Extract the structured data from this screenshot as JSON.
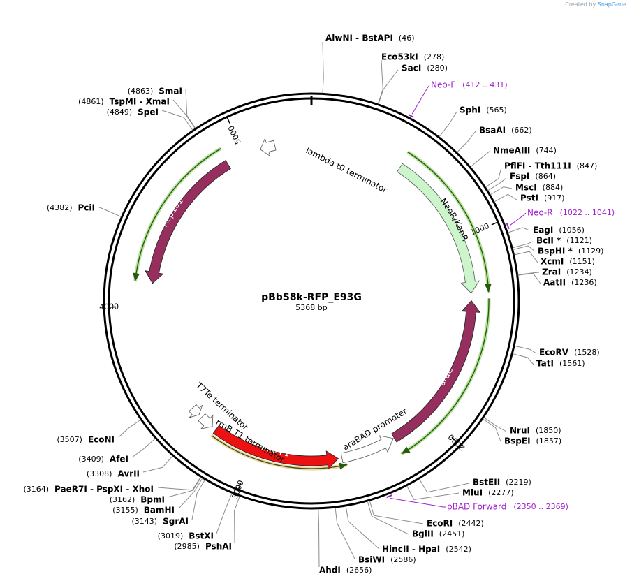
{
  "brand": {
    "created_by": "Created by",
    "app": "SnapGene"
  },
  "plasmid": {
    "name": "pBbS8k-RFP_E93G",
    "size_label": "5368 bp",
    "length": 5368
  },
  "ticks": [
    {
      "pos": 1000,
      "label": "1000"
    },
    {
      "pos": 2000,
      "label": "2000"
    },
    {
      "pos": 3000,
      "label": "3000"
    },
    {
      "pos": 4000,
      "label": "4000"
    },
    {
      "pos": 5000,
      "label": "5000"
    }
  ],
  "features": [
    {
      "name": "NeoR/KanR",
      "start": 500,
      "end": 1300,
      "dir": "cw",
      "fill": "#ccf5cc",
      "label_inside": true
    },
    {
      "name": "araC",
      "start": 1340,
      "end": 2220,
      "dir": "ccw",
      "fill": "#962e5e",
      "label_inside": true
    },
    {
      "name": "araBAD promoter",
      "start": 2225,
      "end": 2520,
      "dir": "ccw",
      "fill": "#ffffff",
      "label_inside": false
    },
    {
      "name": "mRFP1",
      "start": 2540,
      "end": 3230,
      "dir": "ccw",
      "fill": "#ee1111",
      "label_inside": true
    },
    {
      "name": "rrnB T1 terminator",
      "start": 3255,
      "end": 3330,
      "dir": "ccw",
      "fill": "#ffffff",
      "label_inside": false
    },
    {
      "name": "T7Te terminator",
      "start": 3350,
      "end": 3400,
      "dir": "ccw",
      "fill": "#ffffff",
      "label_inside": false
    },
    {
      "name": "Rep101",
      "start": 4120,
      "end": 4900,
      "dir": "ccw",
      "fill": "#962e5e",
      "label_inside": true
    },
    {
      "name": "lambda t0 terminator",
      "start": 5090,
      "end": 5170,
      "dir": "ccw",
      "fill": "#ffffff",
      "label_inside": false
    }
  ],
  "orfs": [
    {
      "start": 490,
      "end": 1300,
      "dir": "cw",
      "color": "#6fc93f"
    },
    {
      "start": 1330,
      "end": 2230,
      "dir": "cw",
      "color": "#6fc93f"
    },
    {
      "start": 4120,
      "end": 4910,
      "dir": "ccw",
      "color": "#6fc93f"
    },
    {
      "start": 2500,
      "end": 3230,
      "dir": "ccw",
      "color": "#f0b060"
    }
  ],
  "primers": [
    {
      "name": "Neo-F",
      "range": "(412 .. 431)",
      "pos": 422
    },
    {
      "name": "Neo-R",
      "range": "(1022 .. 1041)",
      "pos": 1031
    },
    {
      "name": "pBAD Forward",
      "range": "(2350 .. 2369)",
      "pos": 2360
    }
  ],
  "enzymes": [
    {
      "text": "AlwNI  -  BstAPI",
      "num": "(46)",
      "pos": 46
    },
    {
      "text": "Eco53kI",
      "num": "(278)",
      "pos": 278
    },
    {
      "text": "SacI",
      "num": "(280)",
      "pos": 280
    },
    {
      "text": "SphI",
      "num": "(565)",
      "pos": 565
    },
    {
      "text": "BsaAI",
      "num": "(662)",
      "pos": 662
    },
    {
      "text": "NmeAIII",
      "num": "(744)",
      "pos": 744
    },
    {
      "text": "PflFI  -  Tth111I",
      "num": "(847)",
      "pos": 847
    },
    {
      "text": "FspI",
      "num": "(864)",
      "pos": 864
    },
    {
      "text": "MscI",
      "num": "(884)",
      "pos": 884
    },
    {
      "text": "PstI",
      "num": "(917)",
      "pos": 917
    },
    {
      "text": "EagI",
      "num": "(1056)",
      "pos": 1056
    },
    {
      "text": "BclI *",
      "num": "(1121)",
      "pos": 1121
    },
    {
      "text": "BspHI *",
      "num": "(1129)",
      "pos": 1129
    },
    {
      "text": "XcmI",
      "num": "(1151)",
      "pos": 1151
    },
    {
      "text": "ZraI",
      "num": "(1234)",
      "pos": 1234
    },
    {
      "text": "AatII",
      "num": "(1236)",
      "pos": 1236
    },
    {
      "text": "EcoRV",
      "num": "(1528)",
      "pos": 1528
    },
    {
      "text": "TatI",
      "num": "(1561)",
      "pos": 1561
    },
    {
      "text": "NruI",
      "num": "(1850)",
      "pos": 1850
    },
    {
      "text": "BspEI",
      "num": "(1857)",
      "pos": 1857
    },
    {
      "text": "BstEII",
      "num": "(2219)",
      "pos": 2219
    },
    {
      "text": "MluI",
      "num": "(2277)",
      "pos": 2277
    },
    {
      "text": "EcoRI",
      "num": "(2442)",
      "pos": 2442
    },
    {
      "text": "BglII",
      "num": "(2451)",
      "pos": 2451
    },
    {
      "text": "HincII  -  HpaI",
      "num": "(2542)",
      "pos": 2542
    },
    {
      "text": "BsiWI",
      "num": "(2586)",
      "pos": 2586
    },
    {
      "text": "AhdI",
      "num": "(2656)",
      "pos": 2656
    },
    {
      "text": "PshAI",
      "num": "(2985)",
      "pos": 2985
    },
    {
      "text": "BstXI",
      "num": "(3019)",
      "pos": 3019
    },
    {
      "text": "SgrAI",
      "num": "(3143)",
      "pos": 3143
    },
    {
      "text": "BamHI",
      "num": "(3155)",
      "pos": 3155
    },
    {
      "text": "BpmI",
      "num": "(3162)",
      "pos": 3162
    },
    {
      "text": "PaeR7I  -  PspXI  -  XhoI",
      "num": "(3164)",
      "pos": 3164
    },
    {
      "text": "AvrII",
      "num": "(3308)",
      "pos": 3308
    },
    {
      "text": "AfeI",
      "num": "(3409)",
      "pos": 3409
    },
    {
      "text": "EcoNI",
      "num": "(3507)",
      "pos": 3507
    },
    {
      "text": "PciI",
      "num": "(4382)",
      "pos": 4382
    },
    {
      "text": "SpeI",
      "num": "(4849)",
      "pos": 4849
    },
    {
      "text": "TspMI  -  XmaI",
      "num": "(4861)",
      "pos": 4861
    },
    {
      "text": "SmaI",
      "num": "(4863)",
      "pos": 4863
    }
  ]
}
